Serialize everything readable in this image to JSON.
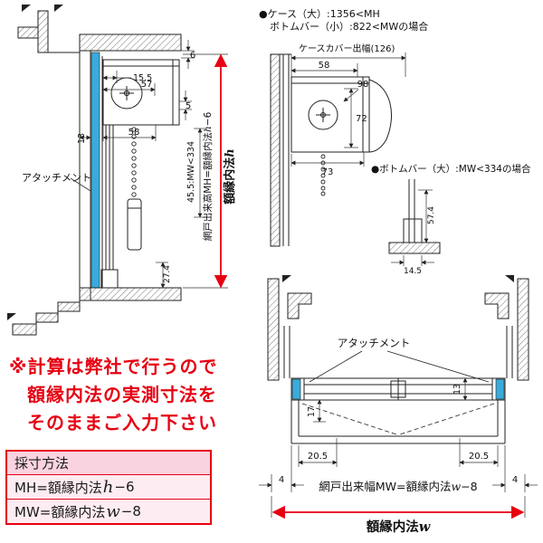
{
  "colors": {
    "accent_blue": "#3aabdc",
    "red": "#e60012",
    "table_bg": "#fdecf2",
    "table_header_bg": "#f9d3e0",
    "table_border": "#e60012",
    "line": "#222222"
  },
  "notes_top_right": {
    "case_large": "●ケース（大）:1356<MH",
    "bottom_bar_small": "ボトムバー（小）:822<MWの場合",
    "case_cover_width": "ケースカバー出幅(126)",
    "bottom_bar_large": "●ボトムバー（大）:MW<334の場合"
  },
  "left_section": {
    "attachment": "アタッチメント",
    "dim_6": "6",
    "dim_15_5": "15.5",
    "dim_57": "57",
    "dim_5": "5",
    "dim_13": "13",
    "dim_58": "58",
    "dim_45_5": "45.5:MW<334",
    "dim_27_4": "27.4",
    "formula_prefix": "網戸出来高MH=額縁内法",
    "formula_var": "h",
    "formula_suffix": "−6",
    "frame_dim_prefix": "額縁内法",
    "frame_dim_var": "h"
  },
  "right_section": {
    "dim_58": "58",
    "dim_98": "98",
    "dim_72": "72",
    "dim_73": "73",
    "dim_57_4": "57.4",
    "dim_14_5": "14.5"
  },
  "plan_section": {
    "attachment": "アタッチメント",
    "dim_13": "13",
    "dim_17": "17",
    "dim_20_5_left": "20.5",
    "dim_20_5_right": "20.5",
    "dim_4_left": "4",
    "dim_4_right": "4",
    "formula_prefix": "網戸出来幅MW=額縁内法",
    "formula_var": "w",
    "formula_suffix": "−8",
    "frame_dim_prefix": "額縁内法",
    "frame_dim_var": "w"
  },
  "note": {
    "line1": "※計算は弊社で行うので",
    "line2": "額縁内法の実測寸法を",
    "line3": "そのままご入力下さい"
  },
  "table": {
    "header": "採寸方法",
    "row_mh": {
      "prefix": "MH=額縁内法",
      "var": "h",
      "suffix": "−6"
    },
    "row_mw": {
      "prefix": "MW=額縁内法",
      "var": "w",
      "suffix": "−8"
    }
  }
}
